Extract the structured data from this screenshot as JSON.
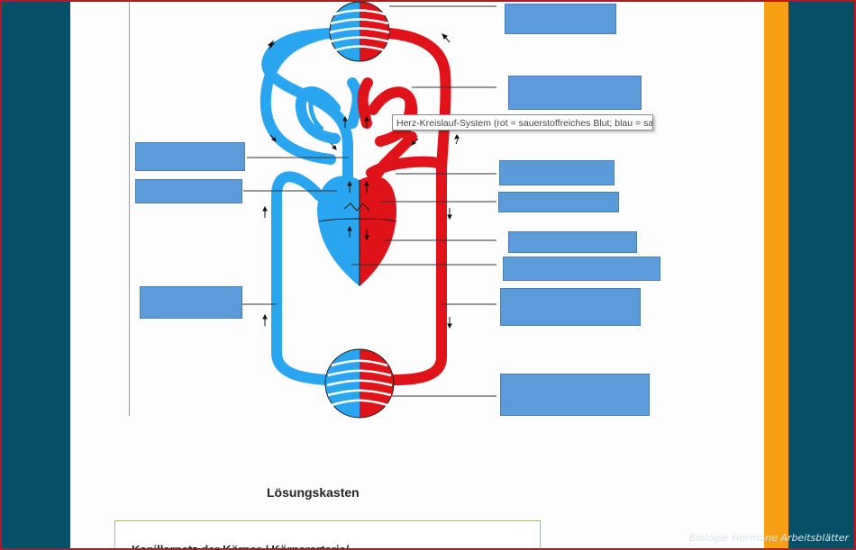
{
  "tooltip": {
    "text": "Herz-Kreislauf-System (rot = sauerstoffreiches Blut; blau = sauerstoff"
  },
  "solution": {
    "title": "Lösungskasten",
    "first_line": "Kapillarnetz der Körper-/ Körperarterie/..."
  },
  "watermark": {
    "text": "Biologie Hormone Arbeitsblätter"
  },
  "colors": {
    "oxygen_rich": "#e0121a",
    "oxygen_poor": "#2aa6f0",
    "label_box": "#5b9bd9",
    "frame": "#b81620",
    "side_panel": "#064f66",
    "accent_strip": "#f5a015"
  },
  "label_boxes_count": 11
}
